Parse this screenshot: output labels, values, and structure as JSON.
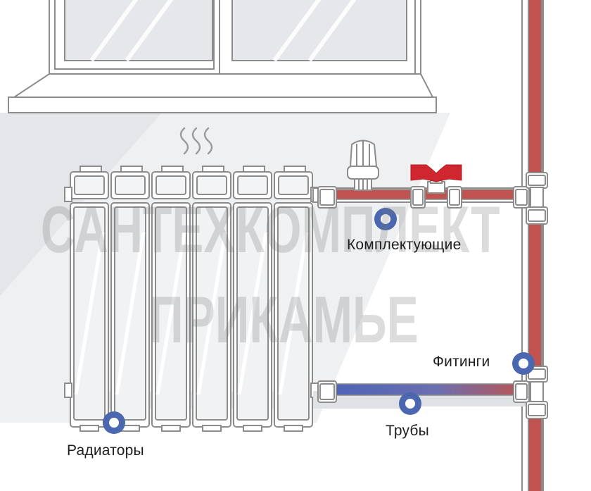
{
  "labels": {
    "fittings": "Комплектующие",
    "connectors": "Фитинги",
    "pipes": "Трубы",
    "radiators": "Радиаторы"
  },
  "watermark": {
    "line1": "САНТЕХКОМПЛЕКТ",
    "line2": "ПРИКАМЬЕ"
  },
  "colors": {
    "hot_pipe": "#c0524f",
    "cold_pipe": "#4f67b8",
    "marker": "#4a67b0",
    "valve_handle": "#d0262f",
    "outline": "#8c8c8c"
  }
}
